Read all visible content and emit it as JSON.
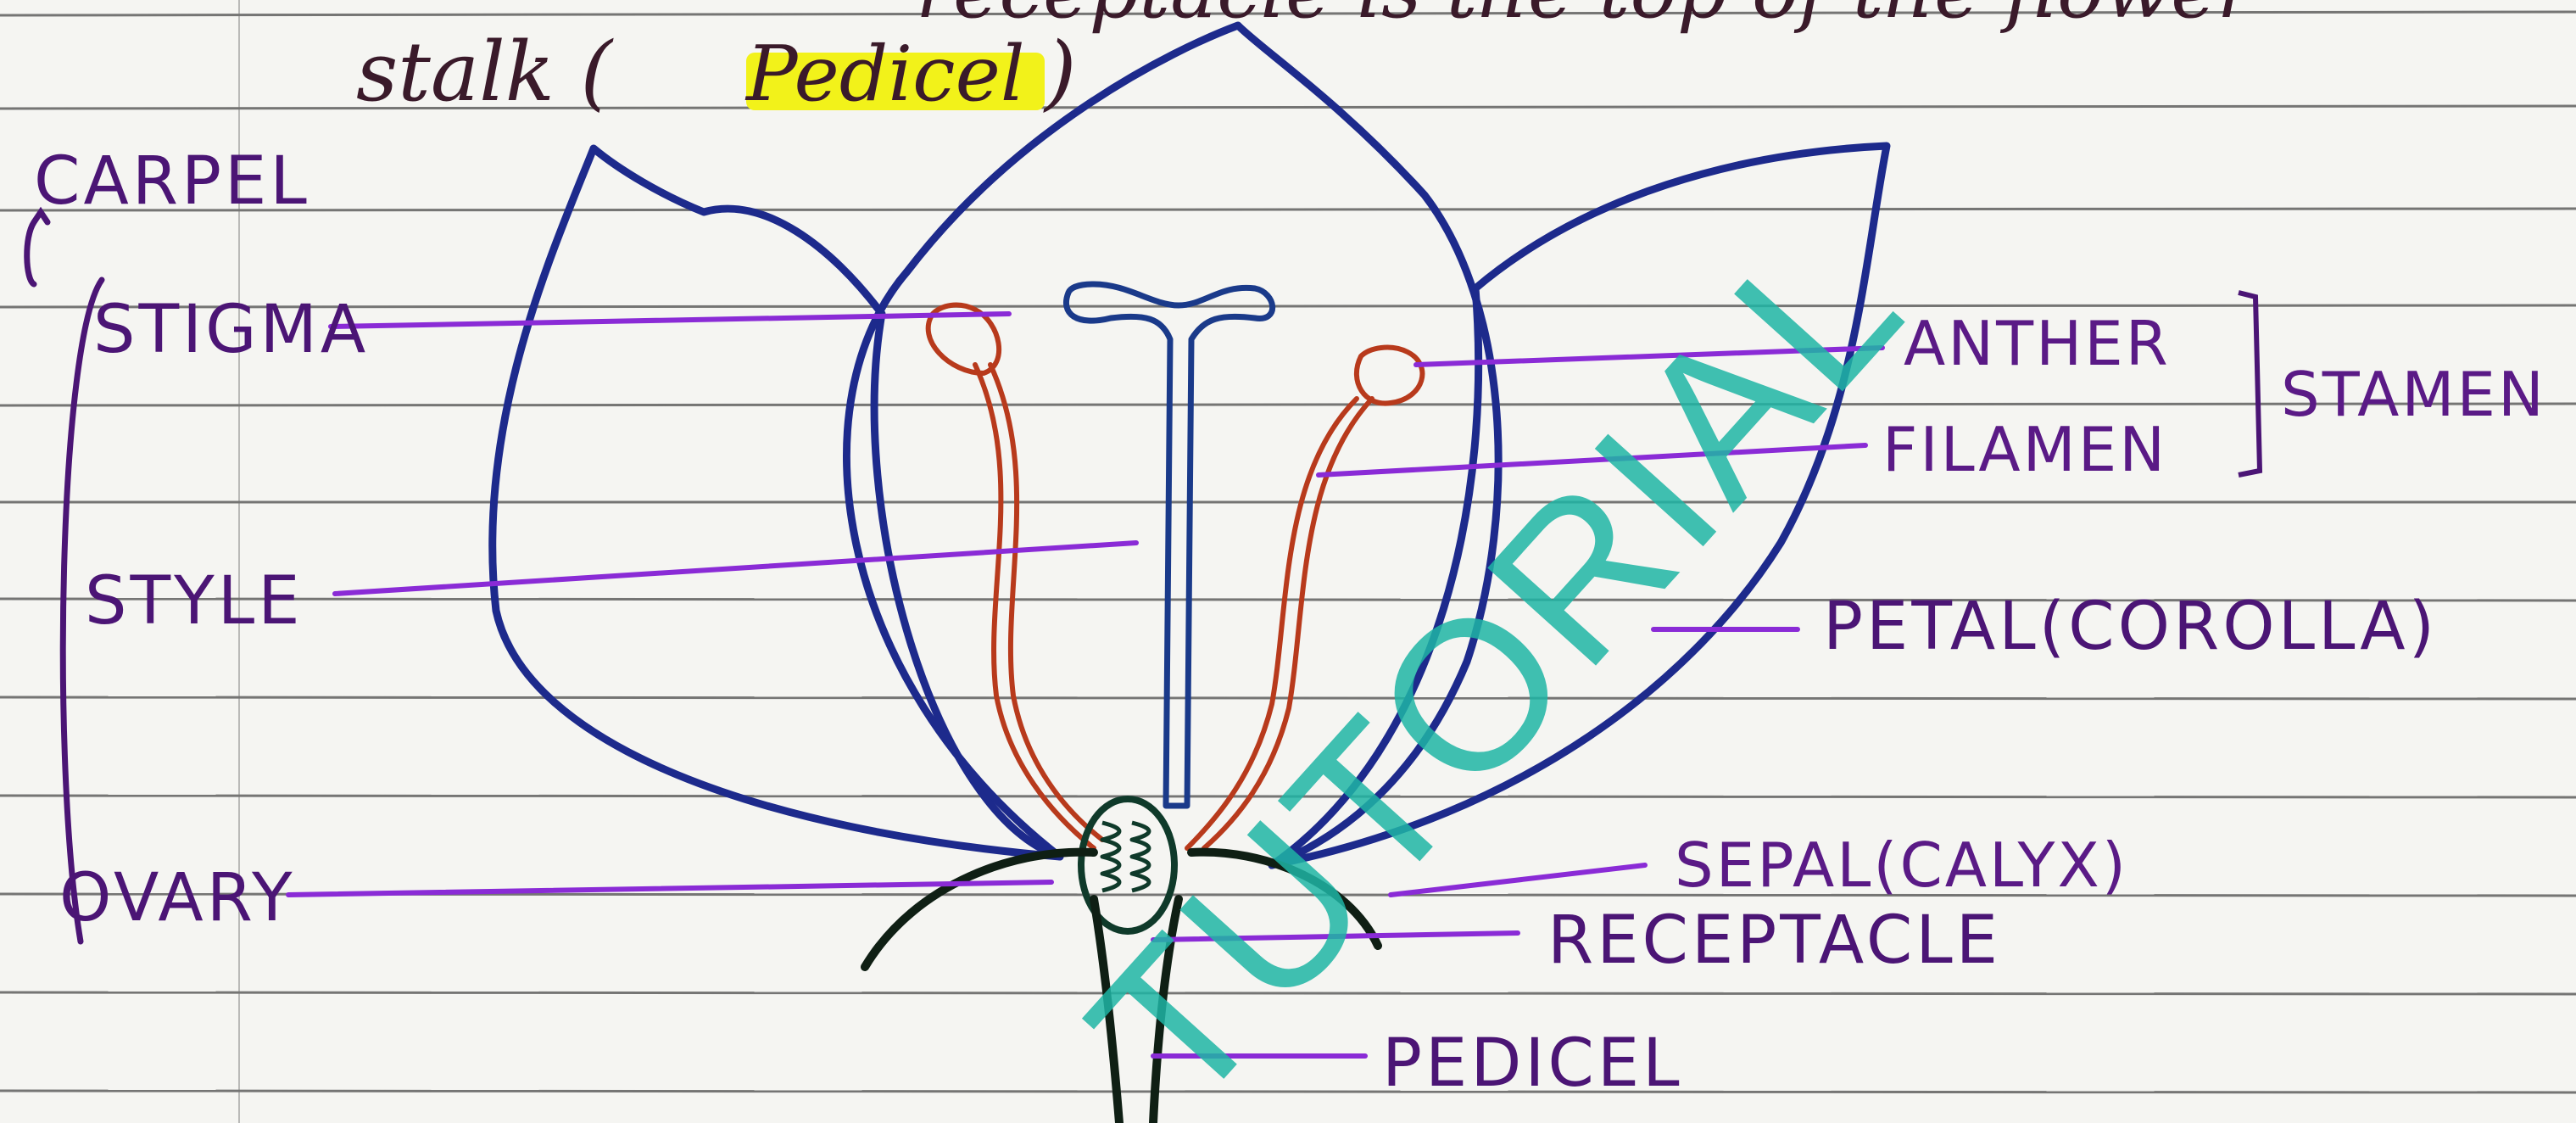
{
  "header": {
    "top_text": "receptacle is the top of the flower",
    "stalk_text": "stalk (",
    "highlight_text": "Pedicel",
    "stalk_close": ")"
  },
  "labels": {
    "carpel": "CARPEL",
    "stigma": "STIGMA",
    "style": "STYLE",
    "ovary": "OVARY",
    "anther": "ANTHER",
    "filament": "FILAMEN",
    "stamen": "STAMEN",
    "petal": "PETAL(COROLLA)",
    "sepal": "SEPAL(CALYX)",
    "receptacle": "RECEPTACLE",
    "pedicel": "PEDICEL"
  },
  "watermark": "TUTORIAL",
  "colors": {
    "paper": "#f5f5f2",
    "rule_line": "#3c3c3c",
    "petal_outline": "#1d2a8c",
    "label_ink": "#4b1575",
    "leader_line": "#8a2bd6",
    "stamen_red": "#b83a1c",
    "pistil_blue": "#1a3a8a",
    "sepal_dark": "#0f1f14",
    "highlight": "#f2f21a",
    "watermark": "#1fb5a5"
  }
}
